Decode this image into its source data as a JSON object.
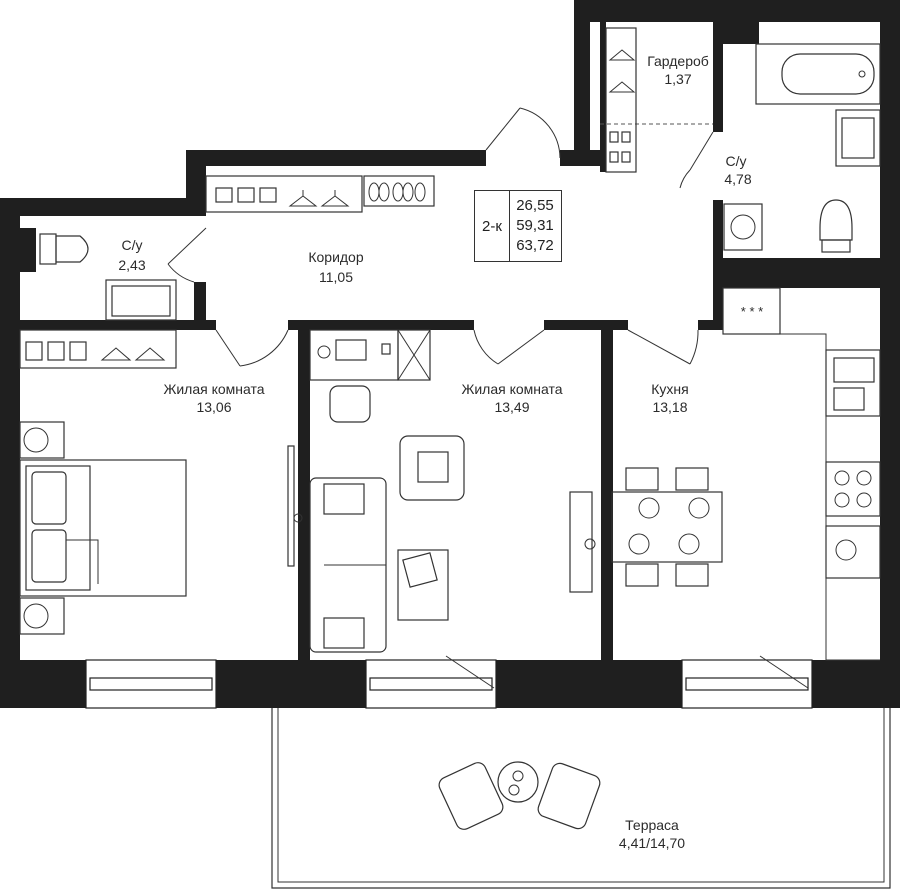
{
  "apartment": {
    "type": "2-к",
    "areas": [
      "26,55",
      "59,31",
      "63,72"
    ]
  },
  "rooms": {
    "wardrobe": {
      "name": "Гардероб",
      "area": "1,37"
    },
    "bathroom_large": {
      "name": "С/у",
      "area": "4,78"
    },
    "bathroom_small": {
      "name": "С/у",
      "area": "2,43"
    },
    "corridor": {
      "name": "Коридор",
      "area": "11,05"
    },
    "living_left": {
      "name": "Жилая комната",
      "area": "13,06"
    },
    "living_middle": {
      "name": "Жилая комната",
      "area": "13,49"
    },
    "kitchen": {
      "name": "Кухня",
      "area": "13,18"
    },
    "terrace": {
      "name": "Терраса",
      "area": "4,41/14,70"
    }
  }
}
